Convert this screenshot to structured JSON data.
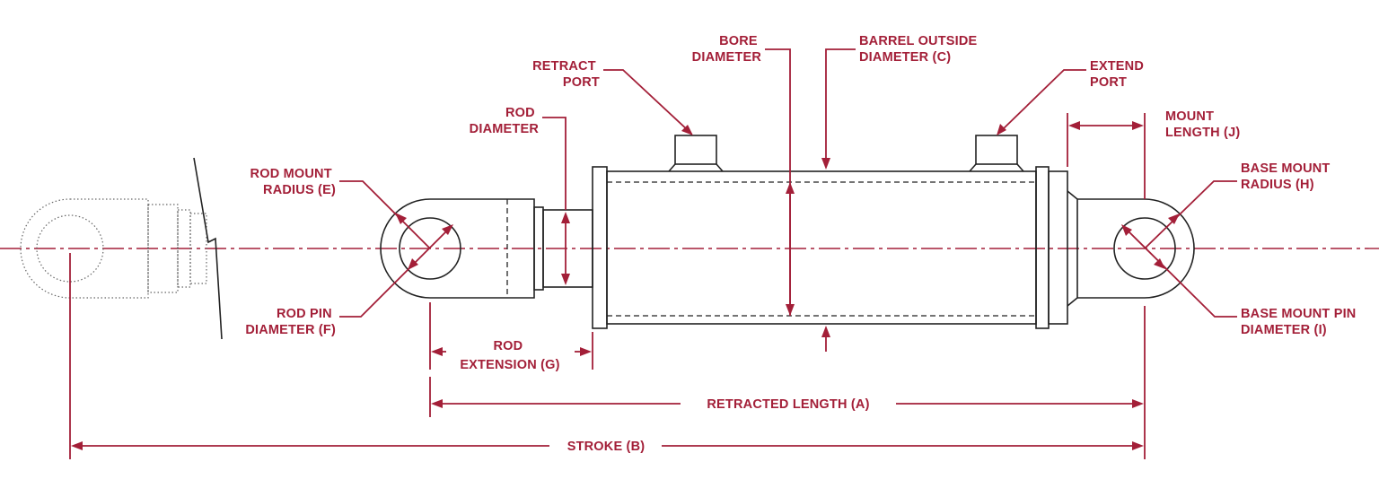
{
  "labels": {
    "bore": [
      "BORE",
      "DIAMETER"
    ],
    "barrel": [
      "BARREL OUTSIDE",
      "DIAMETER (C)"
    ],
    "retract": [
      "RETRACT",
      "PORT"
    ],
    "extend": [
      "EXTEND",
      "PORT"
    ],
    "rod_diameter": [
      "ROD",
      "DIAMETER"
    ],
    "mount_length": [
      "MOUNT",
      "LENGTH (J)"
    ],
    "rod_mount_radius": [
      "ROD MOUNT",
      "RADIUS (E)"
    ],
    "base_mount_radius": [
      "BASE MOUNT",
      "RADIUS (H)"
    ],
    "rod_pin": [
      "ROD PIN",
      "DIAMETER (F)"
    ],
    "base_pin": [
      "BASE MOUNT PIN",
      "DIAMETER (I)"
    ],
    "rod_extension": [
      "ROD",
      "EXTENSION (G)"
    ],
    "retracted_length": "RETRACTED LENGTH (A)",
    "stroke": "STROKE (B)"
  },
  "colors": {
    "accent": "#a31f38",
    "line": "#222222"
  }
}
